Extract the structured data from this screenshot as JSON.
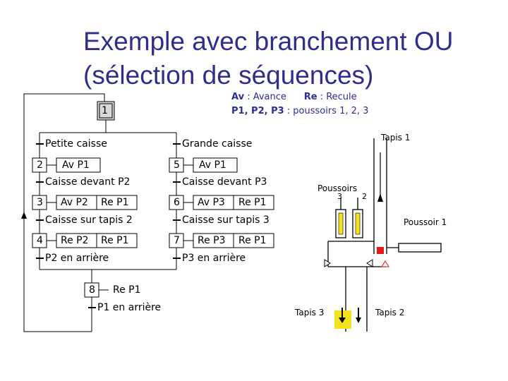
{
  "title": {
    "line1": "Exemple avec branchement OU",
    "line2": "(sélection de séquences)"
  },
  "legend": {
    "av_key": "Av",
    "av_text": ": Avance",
    "re_key": "Re",
    "re_text": ": Recule",
    "p_key": "P1, P2, P3",
    "p_text": ": poussoirs 1, 2, 3"
  },
  "grafcet": {
    "step_initial": "1",
    "left_branch": {
      "condition_entry": "Petite caisse",
      "step2": "2",
      "step2_actions": [
        "Av P1"
      ],
      "t2": "Caisse devant P2",
      "step3": "3",
      "step3_actions": [
        "Av P2",
        "Re P1"
      ],
      "t3": "Caisse sur tapis 2",
      "step4": "4",
      "step4_actions": [
        "Re P2",
        "Re P1"
      ],
      "t4": "P2 en arrière"
    },
    "right_branch": {
      "condition_entry": "Grande caisse",
      "step5": "5",
      "step5_actions": [
        "Av P1"
      ],
      "t5": "Caisse devant P3",
      "step6": "6",
      "step6_actions": [
        "Av P3",
        "Re P1"
      ],
      "t6": "Caisse sur tapis 3",
      "step7": "7",
      "step7_actions": [
        "Re P3",
        "Re P1"
      ],
      "t7": "P3 en arrière"
    },
    "step8": "8",
    "step8_actions": [
      "Re P1"
    ],
    "t8": "P1 en arrière"
  },
  "plant": {
    "tapis1": "Tapis 1",
    "poussoirs": "Poussoirs",
    "p3": "3",
    "p2": "2",
    "poussoir1": "Poussoir 1",
    "tapis3": "Tapis 3",
    "tapis2": "Tapis 2"
  },
  "colors": {
    "title": "#2e2e8c",
    "legend": "#2d2d9a",
    "initial_step_fill": "#d9d9d9",
    "pusher_red": "#e21a1a",
    "box_yellow": "#f4e21c"
  }
}
